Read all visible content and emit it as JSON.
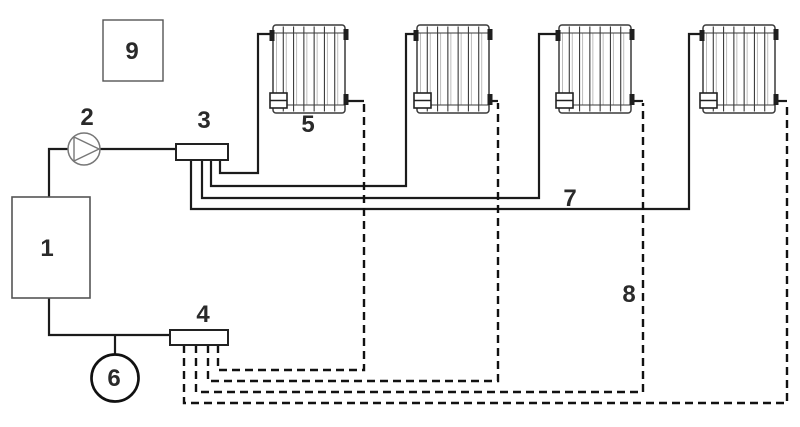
{
  "diagram": {
    "type": "heating-system-schematic",
    "labels": {
      "boiler": "1",
      "pump": "2",
      "supply_manifold": "3",
      "return_manifold": "4",
      "radiator": "5",
      "gauge": "6",
      "supply_line": "7",
      "return_line": "8",
      "control_box": "9"
    },
    "colors": {
      "pipe_solid": "#1b1b1b",
      "pipe_dashed": "#111111",
      "component_stroke": "#555555",
      "background": "#ffffff"
    }
  }
}
